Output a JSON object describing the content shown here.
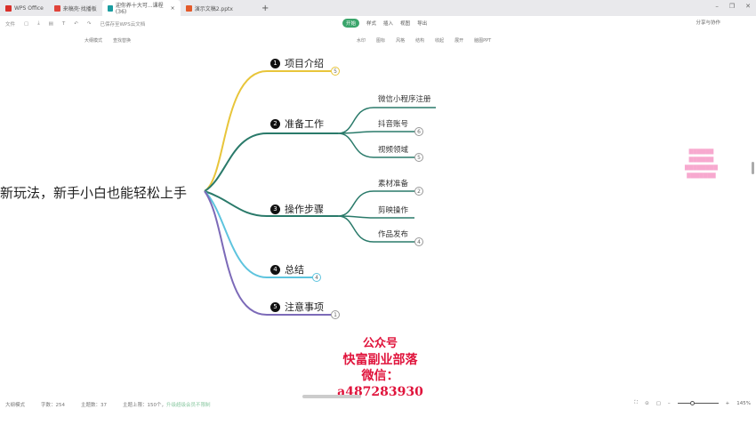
{
  "tabs": [
    {
      "label": "WPS Office",
      "color": "#d9302a"
    },
    {
      "label": "来稿壳·找播板",
      "color": "#e0443a"
    },
    {
      "label": "迎你养十大可...课程(36)",
      "color": "#1a9ca0",
      "active": true
    },
    {
      "label": "演示文稿2.pptx",
      "color": "#e35a2a"
    }
  ],
  "toolbar1": {
    "file": "文件",
    "saved": "已保存至WPS云文档"
  },
  "menu": [
    "开始",
    "样式",
    "插入",
    "视图",
    "导出"
  ],
  "share": "分享与协作",
  "toolbar2": [
    "大纲模式",
    "查找替换",
    "水印",
    "图标",
    "风格",
    "结构",
    "收起",
    "展开",
    "脑图PPT"
  ],
  "mindmap": {
    "root": "新玩法，新手小白也能轻松上手",
    "branches": [
      {
        "num": "1",
        "label": "项目介绍",
        "badge": "5",
        "color": "#e8c53a"
      },
      {
        "num": "2",
        "label": "准备工作",
        "color": "#2a7a6a",
        "children": [
          {
            "label": "微信小程序注册"
          },
          {
            "label": "抖音账号",
            "badge": "6"
          },
          {
            "label": "视频领域",
            "badge": "5"
          }
        ]
      },
      {
        "num": "3",
        "label": "操作步骤",
        "color": "#2a7a6a",
        "children": [
          {
            "label": "素材准备",
            "badge": "2"
          },
          {
            "label": "剪映操作"
          },
          {
            "label": "作品发布",
            "badge": "4"
          }
        ]
      },
      {
        "num": "4",
        "label": "总结",
        "badge": "4",
        "color": "#5ec4de"
      },
      {
        "num": "5",
        "label": "注意事项",
        "badge": "1",
        "color": "#7c6ab8"
      }
    ]
  },
  "watermark": {
    "line1": "公众号",
    "line2": "快富副业部落",
    "line3": "微信：a487283930"
  },
  "status": {
    "outline": "大纲模式",
    "words": "字数：254",
    "topics": "主题数：37",
    "limit": "主题上限：150个，",
    "upgrade": "升级超级会员不限制",
    "zoom": "145%"
  }
}
